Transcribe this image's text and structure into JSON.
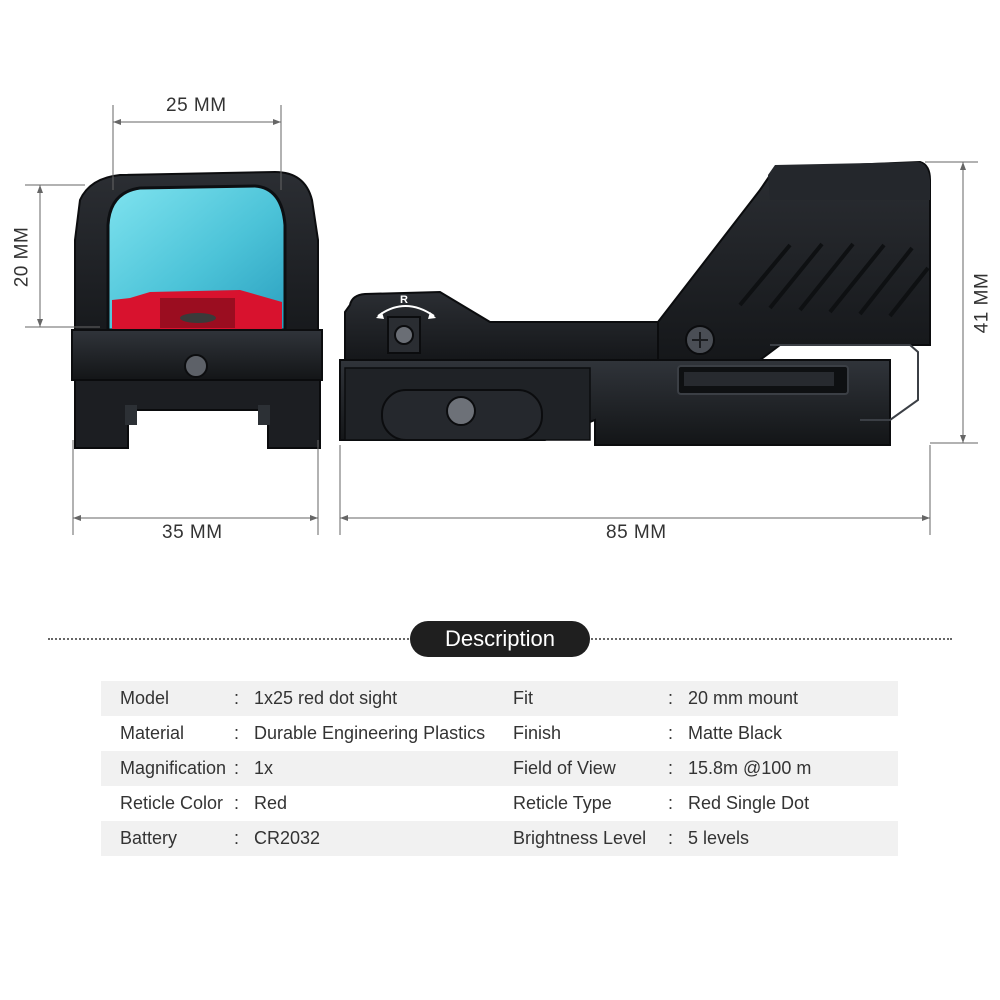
{
  "dimensions": {
    "lens_width": "25 MM",
    "lens_height": "20 MM",
    "base_width": "35 MM",
    "length": "85 MM",
    "height": "41 MM"
  },
  "adjust_marker": "R",
  "description_title": "Description",
  "specs": [
    {
      "key1": "Model",
      "val1": "1x25 red dot sight",
      "key2": "Fit",
      "val2": "20 mm mount"
    },
    {
      "key1": "Material",
      "val1": "Durable Engineering Plastics",
      "key2": "Finish",
      "val2": "Matte Black"
    },
    {
      "key1": "Magnification",
      "val1": "1x",
      "key2": "Field of View",
      "val2": "15.8m @100 m"
    },
    {
      "key1": "Reticle Color",
      "val1": "Red",
      "key2": "Reticle Type",
      "val2": "Red Single Dot"
    },
    {
      "key1": "Battery",
      "val1": "CR2032",
      "key2": "Brightness Level",
      "val2": "5 levels"
    }
  ],
  "separator": ":",
  "colors": {
    "body_dark": "#1b1d20",
    "lens_blue": "#5fd0e0",
    "lens_red": "#d8122e",
    "pill_bg": "#1f1f1f",
    "row_shade": "#f1f1f1"
  }
}
